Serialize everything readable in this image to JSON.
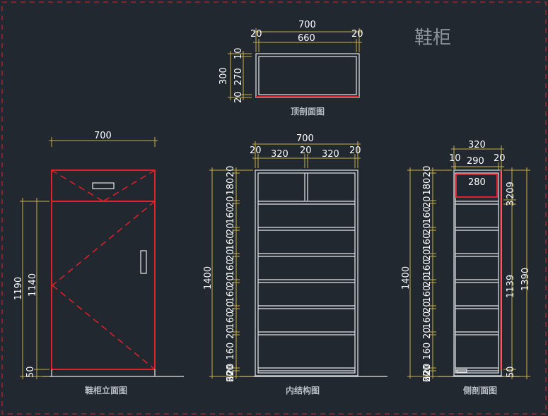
{
  "title": "鞋柜",
  "captions": {
    "elevation": "鞋柜立面图",
    "inner": "内结构图",
    "side": "侧剖面图",
    "top": "顶剖面图"
  },
  "top_section": {
    "overall_width": "700",
    "inner_width": "660",
    "left_wall": "20",
    "right_wall": "20",
    "depth": "300",
    "inner_depth": "270",
    "top_thick": "10",
    "bottom_thick": "20"
  },
  "elevation": {
    "width": "700",
    "total_height": "1190",
    "body_height": "1140",
    "base": "50"
  },
  "inner": {
    "width": "700",
    "left": "20",
    "bay1": "320",
    "mid": "20",
    "bay2": "320",
    "right": "20",
    "height": "1400",
    "stack": [
      "20",
      "180",
      "20",
      "160",
      "20",
      "160",
      "20",
      "160",
      "20",
      "160",
      "20",
      "160",
      "20",
      "160",
      "20",
      "220",
      "60"
    ]
  },
  "side": {
    "width": "320",
    "left": "10",
    "inner": "290",
    "right": "20",
    "drawer": "280",
    "height": "1400",
    "stack": [
      "20",
      "180",
      "20",
      "160",
      "20",
      "160",
      "20",
      "160",
      "20",
      "160",
      "20",
      "160",
      "20",
      "160",
      "20",
      "220",
      "60"
    ],
    "right_a": "209",
    "right_b": "3",
    "right_c": "1139",
    "right_d": "50",
    "overall": "1390"
  },
  "colors": {
    "background": "#212830",
    "panel": "#e6e8ea",
    "highlight": "#e0202a",
    "dimension": "#c8b04a"
  }
}
